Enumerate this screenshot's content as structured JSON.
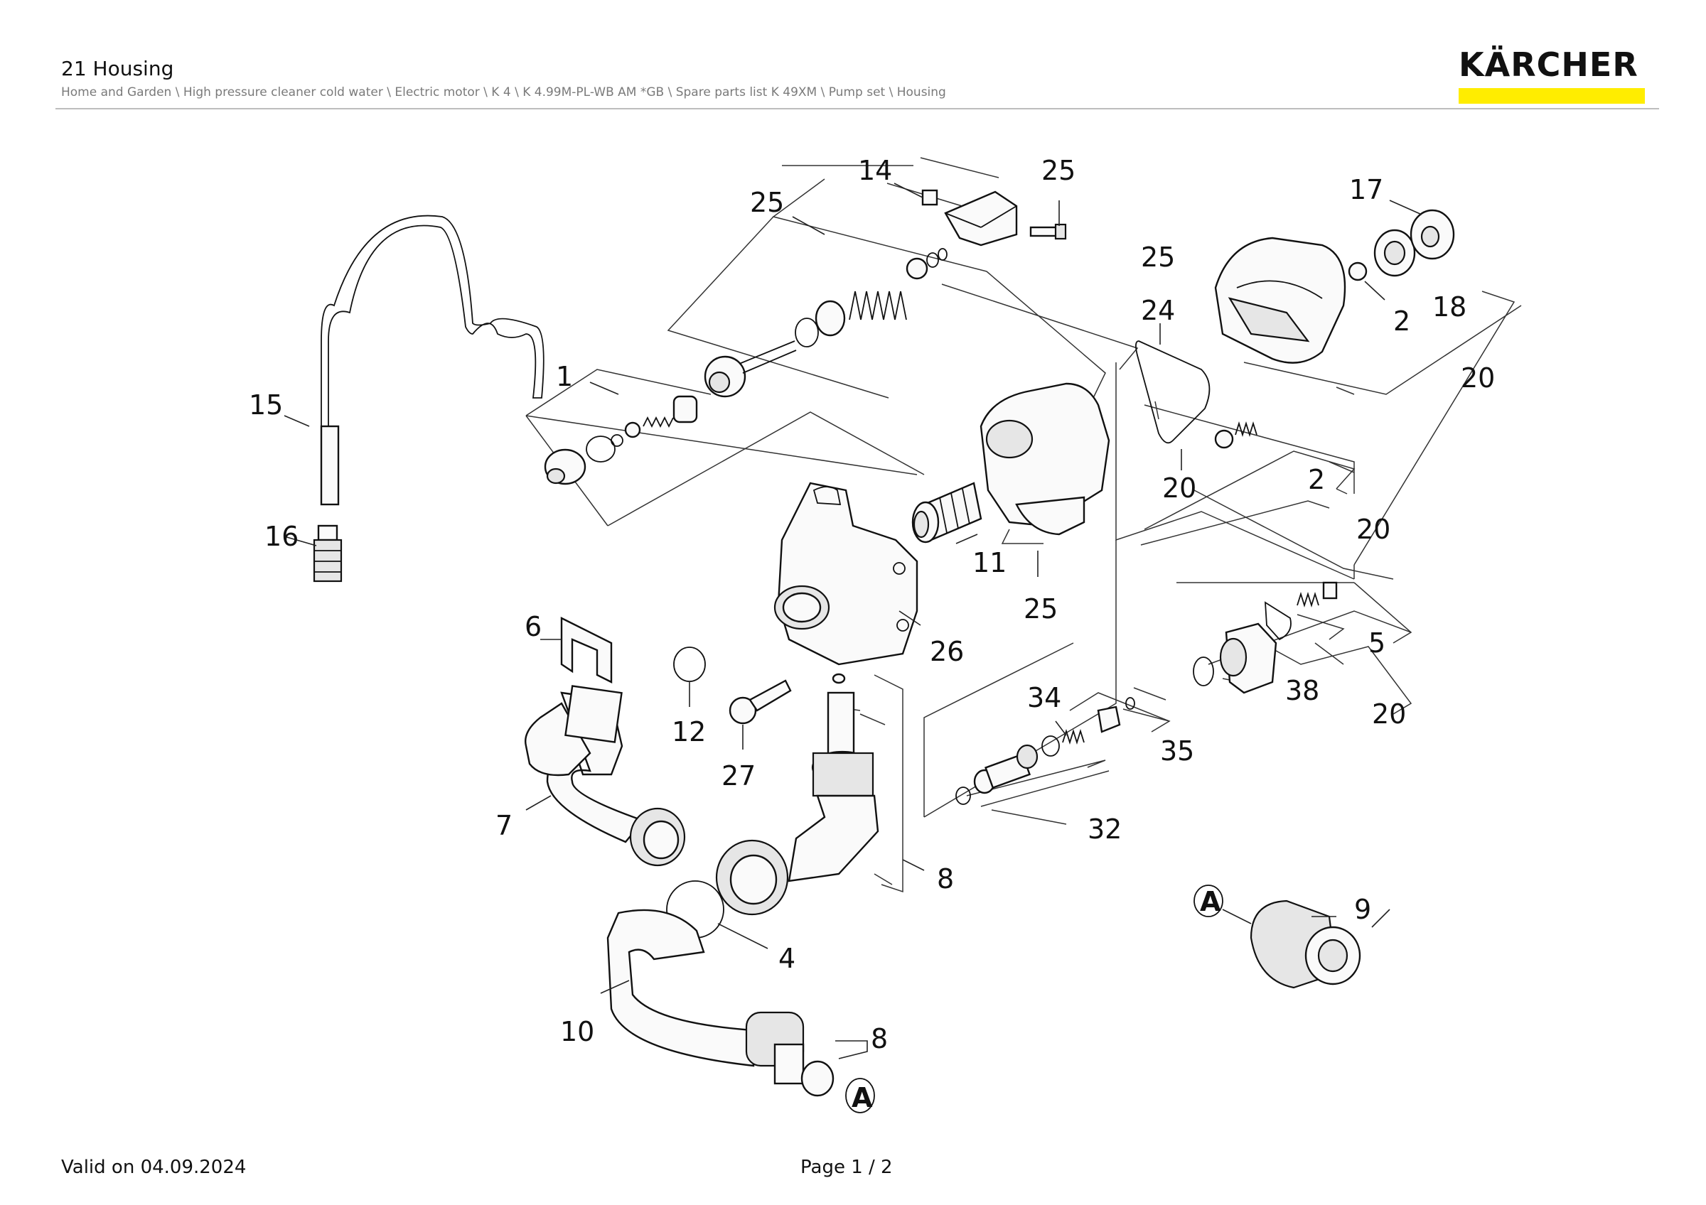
{
  "header": {
    "title": "21 Housing",
    "breadcrumb": "Home and Garden \\ High pressure cleaner cold water \\ Electric motor \\ K 4 \\ K 4.99M-PL-WB AM *GB \\ Spare parts list K 49XM \\ Pump set \\ Housing"
  },
  "brand": {
    "logo_text": "KÄRCHER",
    "accent_color": "#ffed00"
  },
  "footer": {
    "valid_on": "Valid on 04.09.2024",
    "page": "Page 1 / 2"
  },
  "callouts": [
    {
      "id": "c-14",
      "label": "14"
    },
    {
      "id": "c-25-a",
      "label": "25"
    },
    {
      "id": "c-25-b",
      "label": "25"
    },
    {
      "id": "c-17",
      "label": "17"
    },
    {
      "id": "c-25-c",
      "label": "25"
    },
    {
      "id": "c-24",
      "label": "24"
    },
    {
      "id": "c-2-a",
      "label": "2"
    },
    {
      "id": "c-18",
      "label": "18"
    },
    {
      "id": "c-20-a",
      "label": "20"
    },
    {
      "id": "c-1",
      "label": "1"
    },
    {
      "id": "c-15",
      "label": "15"
    },
    {
      "id": "c-20-b",
      "label": "20"
    },
    {
      "id": "c-2-b",
      "label": "2"
    },
    {
      "id": "c-20-c",
      "label": "20"
    },
    {
      "id": "c-16",
      "label": "16"
    },
    {
      "id": "c-11",
      "label": "11"
    },
    {
      "id": "c-25-d",
      "label": "25"
    },
    {
      "id": "c-6",
      "label": "6"
    },
    {
      "id": "c-26",
      "label": "26"
    },
    {
      "id": "c-5",
      "label": "5"
    },
    {
      "id": "c-12",
      "label": "12"
    },
    {
      "id": "c-34",
      "label": "34"
    },
    {
      "id": "c-38",
      "label": "38"
    },
    {
      "id": "c-20-d",
      "label": "20"
    },
    {
      "id": "c-35",
      "label": "35"
    },
    {
      "id": "c-27",
      "label": "27"
    },
    {
      "id": "c-7",
      "label": "7"
    },
    {
      "id": "c-32",
      "label": "32"
    },
    {
      "id": "c-8-a",
      "label": "8"
    },
    {
      "id": "c-9",
      "label": "9"
    },
    {
      "id": "c-4",
      "label": "4"
    },
    {
      "id": "c-10",
      "label": "10"
    },
    {
      "id": "c-8-b",
      "label": "8"
    }
  ],
  "markers": [
    {
      "id": "marker-a-top",
      "label": "A"
    },
    {
      "id": "marker-a-bottom",
      "label": "A"
    }
  ]
}
